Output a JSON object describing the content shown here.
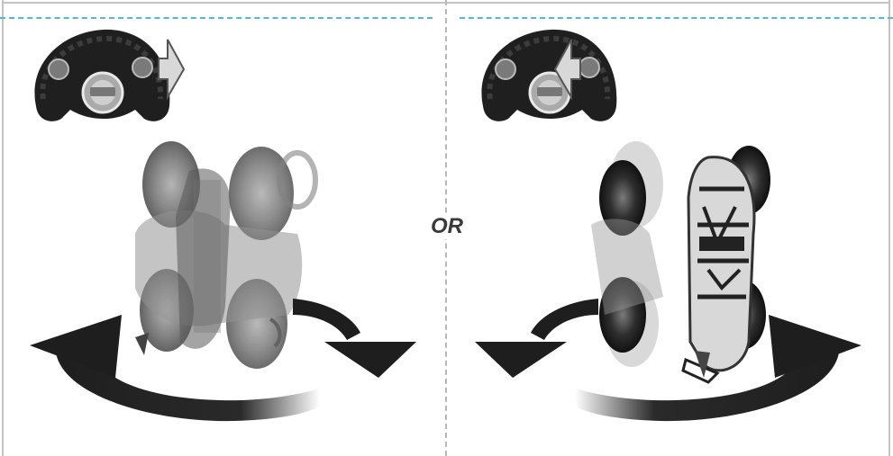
{
  "divider_label": "OR",
  "panels": [
    {
      "name": "left-panel",
      "control_arrow": "right",
      "spin_direction": "clockwise"
    },
    {
      "name": "right-panel",
      "control_arrow": "left",
      "spin_direction": "counterclockwise"
    }
  ],
  "colors": {
    "dash": "#4fb8e0",
    "frame": "#c4c4c4",
    "arrow": "#1e1e1e",
    "label": "#3a3a3a"
  }
}
